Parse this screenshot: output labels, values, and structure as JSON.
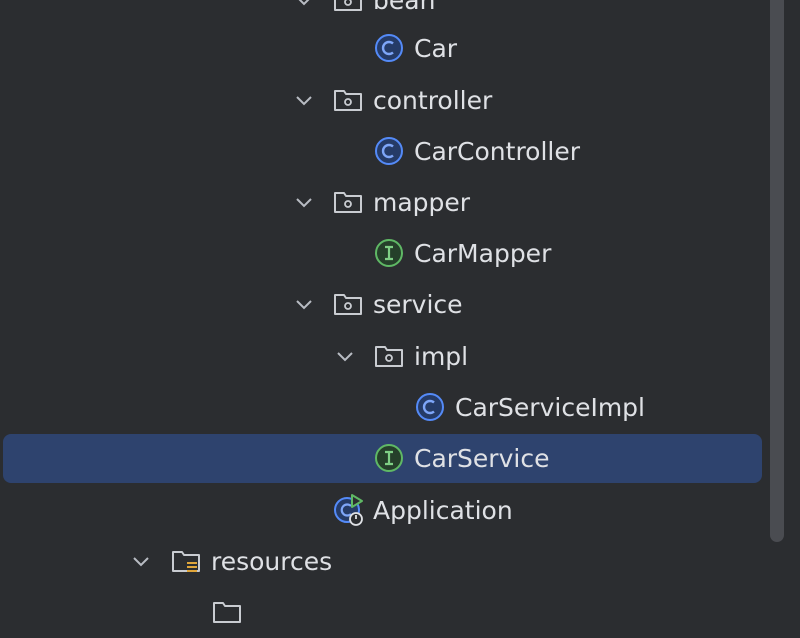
{
  "tree": {
    "rows": [
      {
        "label": "bean",
        "icon": "folder-package-icon",
        "expanded": true
      },
      {
        "label": "Car",
        "icon": "class-icon"
      },
      {
        "label": "controller",
        "icon": "folder-package-icon",
        "expanded": true
      },
      {
        "label": "CarController",
        "icon": "class-icon"
      },
      {
        "label": "mapper",
        "icon": "folder-package-icon",
        "expanded": true
      },
      {
        "label": "CarMapper",
        "icon": "interface-icon"
      },
      {
        "label": "service",
        "icon": "folder-package-icon",
        "expanded": true
      },
      {
        "label": "impl",
        "icon": "folder-package-icon",
        "expanded": true
      },
      {
        "label": "CarServiceImpl",
        "icon": "class-icon"
      },
      {
        "label": "CarService",
        "icon": "interface-icon",
        "selected": true
      },
      {
        "label": "Application",
        "icon": "spring-boot-application-icon"
      },
      {
        "label": "resources",
        "icon": "resources-folder-icon",
        "expanded": true
      }
    ]
  },
  "colors": {
    "background": "#2b2d30",
    "selection": "#2e436e",
    "text": "#dfe1e5",
    "class_icon": "#548af7",
    "interface_icon": "#5fb865",
    "run_badge": "#5fb865"
  }
}
